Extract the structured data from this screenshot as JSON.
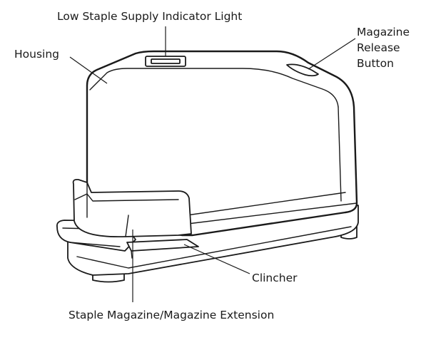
{
  "diagram": {
    "subject": "stapler",
    "labels": {
      "indicator": "Low Staple Supply Indicator Light",
      "housing": "Housing",
      "release_line1": "Magazine",
      "release_line2": "Release",
      "release_line3": "Button",
      "clincher": "Clincher",
      "magazine": "Staple Magazine/Magazine Extension"
    }
  }
}
